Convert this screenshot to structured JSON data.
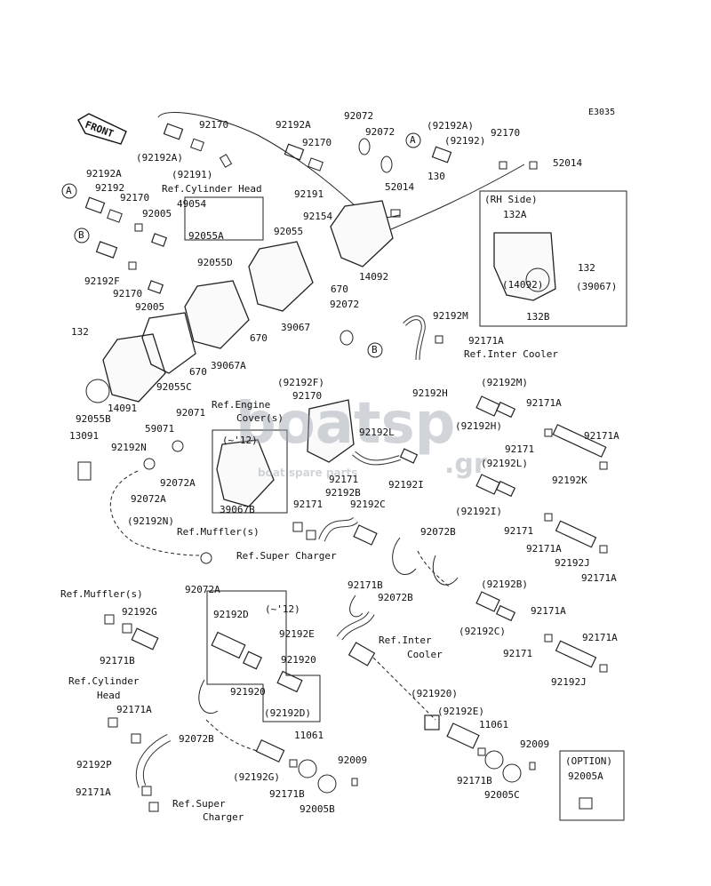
{
  "diagram_code": "E3035",
  "front_label": "FRONT",
  "watermark": {
    "brand": "boatsp",
    "sub": "boat spare parts",
    "tld": ".gr",
    "color": "#9aa3ad"
  },
  "callouts": {
    "A": "A",
    "B": "B"
  },
  "group_boxes": {
    "rh_side": "(RH Side)",
    "years": "(~'12)",
    "option": "(OPTION)"
  },
  "labels": {
    "p92170_top": "92170",
    "p92192A_top": "92192A",
    "p92072_1": "92072",
    "p92192A_paren_r": "(92192A)",
    "p92170_tr": "92170",
    "p92192A_paren_l": "(92192A)",
    "p92170_mid": "92170",
    "p92072_2": "92072",
    "p92192_paren": "(92192)",
    "p52014_r": "52014",
    "p92191_paren": "(92191)",
    "ref_cyl_head": "Ref.Cylinder Head",
    "p92191": "92191",
    "p52014": "52014",
    "p130": "130",
    "p92192A_l": "92192A",
    "p92192": "92192",
    "p92170_l": "92170",
    "p92005": "92005",
    "p49054": "49054",
    "p92055A": "92055A",
    "p92055": "92055",
    "p92154": "92154",
    "p132A": "132A",
    "p92192F": "92192F",
    "p92055D": "92055D",
    "p92170_b": "92170",
    "p92005_b": "92005",
    "p670": "670",
    "p14092": "14092",
    "p132_r": "132",
    "p14092_paren": "(14092)",
    "p39067_paren": "(39067)",
    "p132B": "132B",
    "p92072_3": "92072",
    "p39067": "39067",
    "p670_b": "670",
    "p132": "132",
    "p39067A": "39067A",
    "p670_c": "670",
    "p92192M": "92192M",
    "p92171A_1": "92171A",
    "ref_inter_cooler": "Ref.Inter Cooler",
    "p92055C": "92055C",
    "p14091": "14091",
    "p92192F_paren": "(92192F)",
    "p92170_c": "92170",
    "p92055B": "92055B",
    "ref_engine_cover": "Ref.Engine",
    "ref_engine_cover2": "Cover(s)",
    "p92071": "92071",
    "p92192H": "92192H",
    "p92192M_paren": "(92192M)",
    "p59071": "59071",
    "p92171A_2": "92171A",
    "p13091": "13091",
    "p92192N": "92192N",
    "p92192H_paren": "(92192H)",
    "p92192L": "92192L",
    "p92171A_3": "92171A",
    "p92171": "92171",
    "p92072A": "92072A",
    "p92072A_b": "92072A",
    "p92171_b": "92171",
    "p92192I": "92192I",
    "p92192L_paren": "(92192L)",
    "p92192K": "92192K",
    "p92192B": "92192B",
    "p39067B": "39067B",
    "p92171_c": "92171",
    "p92192C": "92192C",
    "p92192I_paren": "(92192I)",
    "p92072B": "92072B",
    "p92192N_paren": "(92192N)",
    "ref_muffler": "Ref.Muffler(s)",
    "ref_super_charger": "Ref.Super Charger",
    "p92171_d": "92171",
    "p92171A_4": "92171A",
    "p92192J": "92192J",
    "p92171A_5": "92171A",
    "p92072A_c": "92072A",
    "p92171B": "92171B",
    "p92072B_b": "92072B",
    "p92192B_paren": "(92192B)",
    "ref_muffler_l": "Ref.Muffler(s)",
    "p92192G": "92192G",
    "p92192D": "92192D",
    "p92192E": "92192E",
    "p92171A_6": "92171A",
    "p92171A_7": "92171A",
    "ref_inter_cooler2": "Ref.Inter",
    "ref_inter_cooler3": "Cooler",
    "p92192C_paren": "(92192C)",
    "p92171B_b": "92171B",
    "p92171_e": "92171",
    "p921920": "921920",
    "p921920_b": "921920",
    "p92192J_b": "92192J",
    "ref_cyl_head_l": "Ref.Cylinder",
    "ref_cyl_head_l2": "Head",
    "p92171A_8": "92171A",
    "p921920_paren": "(921920)",
    "p92192D_paren": "(92192D)",
    "p92192E_paren": "(92192E)",
    "p92072B_c": "92072B",
    "p11061": "11061",
    "p11061_b": "11061",
    "p92009": "92009",
    "p92192P": "92192P",
    "p92192G_paren": "(92192G)",
    "p92009_b": "92009",
    "p92171A_9": "92171A",
    "ref_super_charger_l": "Ref.Super",
    "ref_super_charger_l2": "Charger",
    "p92171B_c": "92171B",
    "p92005B": "92005B",
    "p92171B_d": "92171B",
    "p92005C": "92005C",
    "p92005A": "92005A"
  }
}
